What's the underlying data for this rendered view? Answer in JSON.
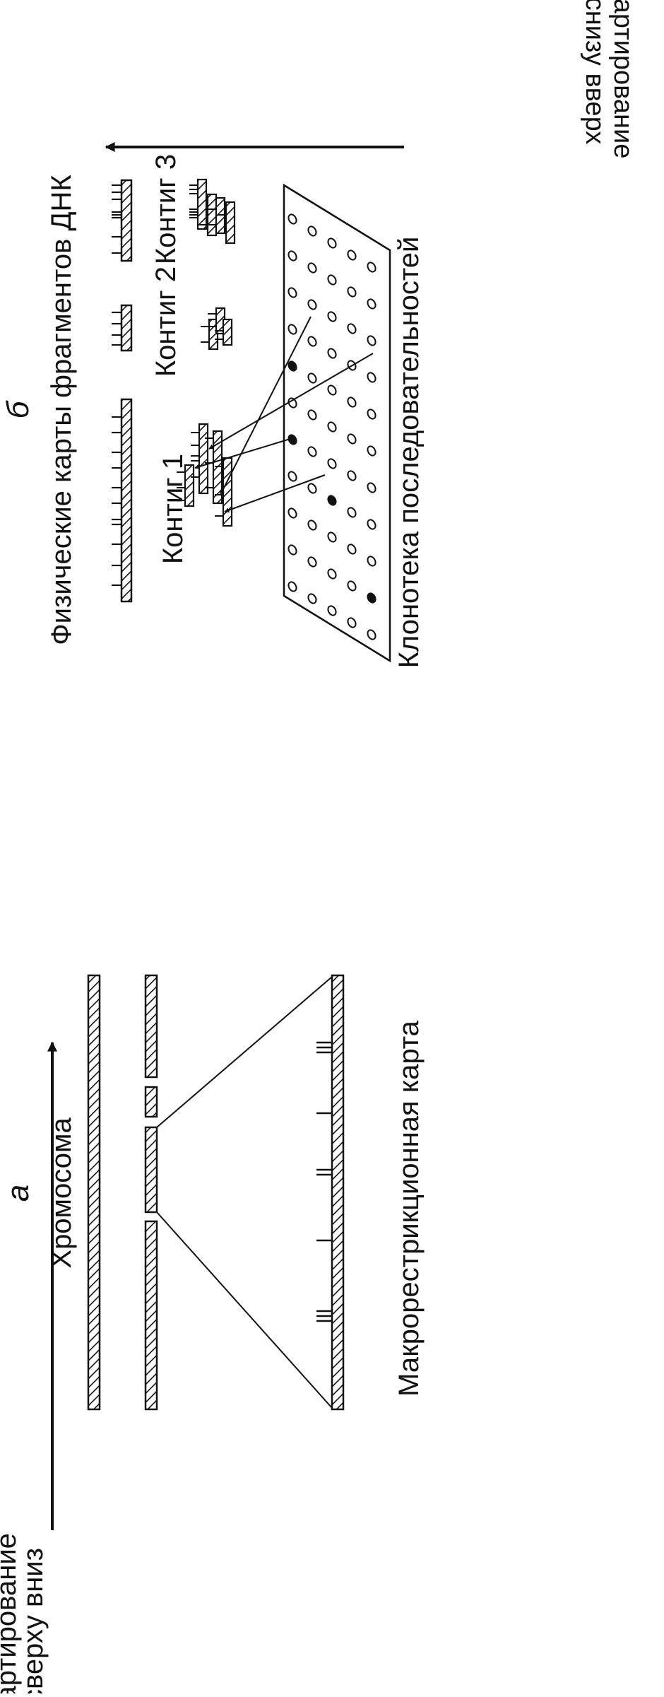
{
  "panel_a": {
    "letter": "а",
    "chromosome_label": "Хромосома",
    "map_label": "Макрорестрикционная карта",
    "direction_line1": "Картирование",
    "direction_line2": "сверху вниз"
  },
  "panel_b": {
    "letter": "б",
    "title": "Физические карты фрагментов ДНК",
    "contig1": "Контиг 1",
    "contig2": "Контиг 2",
    "contig3": "Контиг 3",
    "library_label": "Клонотека последовательностей",
    "direction_line1": "Картирование",
    "direction_line2": "снизу вверх"
  },
  "colors": {
    "ink": "#111111",
    "background": "#ffffff"
  }
}
